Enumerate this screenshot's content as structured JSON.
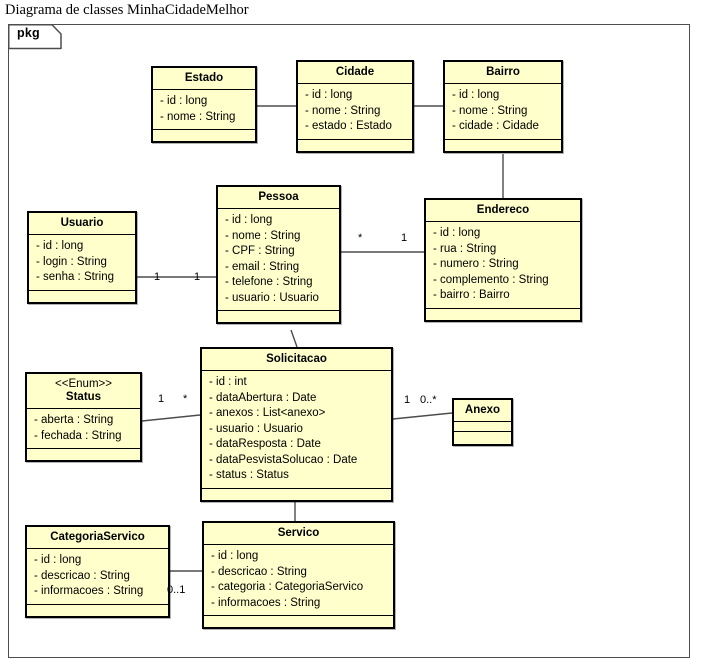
{
  "diagram": {
    "title": "Diagrama de classes MinhaCidadeMelhor",
    "package_label": "pkg",
    "class_fill_color": "#ffffcc",
    "class_border_color": "#000000",
    "frame_border_color": "#4d4d4d",
    "background_color": "#ffffff"
  },
  "classes": [
    {
      "id": "estado",
      "name": "Estado",
      "stereotype": "",
      "attributes": [
        "- id : long",
        "- nome : String"
      ],
      "operations": []
    },
    {
      "id": "cidade",
      "name": "Cidade",
      "stereotype": "",
      "attributes": [
        "- id : long",
        "- nome : String",
        "- estado : Estado"
      ],
      "operations": []
    },
    {
      "id": "bairro",
      "name": "Bairro",
      "stereotype": "",
      "attributes": [
        "- id : long",
        "- nome : String",
        "- cidade : Cidade"
      ],
      "operations": []
    },
    {
      "id": "usuario",
      "name": "Usuario",
      "stereotype": "",
      "attributes": [
        "- id : long",
        "- login : String",
        "- senha : String"
      ],
      "operations": []
    },
    {
      "id": "pessoa",
      "name": "Pessoa",
      "stereotype": "",
      "attributes": [
        "- id : long",
        "- nome : String",
        "- CPF : String",
        "- email : String",
        "- telefone : String",
        "- usuario : Usuario"
      ],
      "operations": []
    },
    {
      "id": "endereco",
      "name": "Endereco",
      "stereotype": "",
      "attributes": [
        "- id : long",
        "- rua : String",
        "- numero : String",
        "- complemento : String",
        "- bairro : Bairro"
      ],
      "operations": []
    },
    {
      "id": "status",
      "name": "Status",
      "stereotype": "<<Enum>>",
      "attributes": [
        "- aberta : String",
        "- fechada : String"
      ],
      "operations": []
    },
    {
      "id": "solicitacao",
      "name": "Solicitacao",
      "stereotype": "",
      "attributes": [
        "- id : int",
        "- dataAbertura : Date",
        "- anexos : List<anexo>",
        "- usuario : Usuario",
        "- dataResposta : Date",
        "- dataPesvistaSolucao : Date",
        "- status : Status"
      ],
      "operations": []
    },
    {
      "id": "anexo",
      "name": "Anexo",
      "stereotype": "",
      "attributes": [],
      "operations": []
    },
    {
      "id": "categoriaservico",
      "name": "CategoriaServico",
      "stereotype": "",
      "attributes": [
        "- id : long",
        "- descricao : String",
        "- informacoes : String"
      ],
      "operations": []
    },
    {
      "id": "servico",
      "name": "Servico",
      "stereotype": "",
      "attributes": [
        "- id : long",
        "- descricao : String",
        "- categoria : CategoriaServico",
        "- informacoes : String"
      ],
      "operations": []
    }
  ],
  "multiplicities": [
    {
      "id": "usuario-side",
      "label": "1"
    },
    {
      "id": "pessoa-left-side",
      "label": "1"
    },
    {
      "id": "pessoa-right-side",
      "label": "*"
    },
    {
      "id": "endereco-side",
      "label": "1"
    },
    {
      "id": "status-side",
      "label": "1"
    },
    {
      "id": "solicitacao-left-side",
      "label": "*"
    },
    {
      "id": "solicitacao-right-side",
      "label": "1"
    },
    {
      "id": "anexo-side",
      "label": "0..*"
    },
    {
      "id": "categoriaservico-side",
      "label": "0..1"
    }
  ]
}
